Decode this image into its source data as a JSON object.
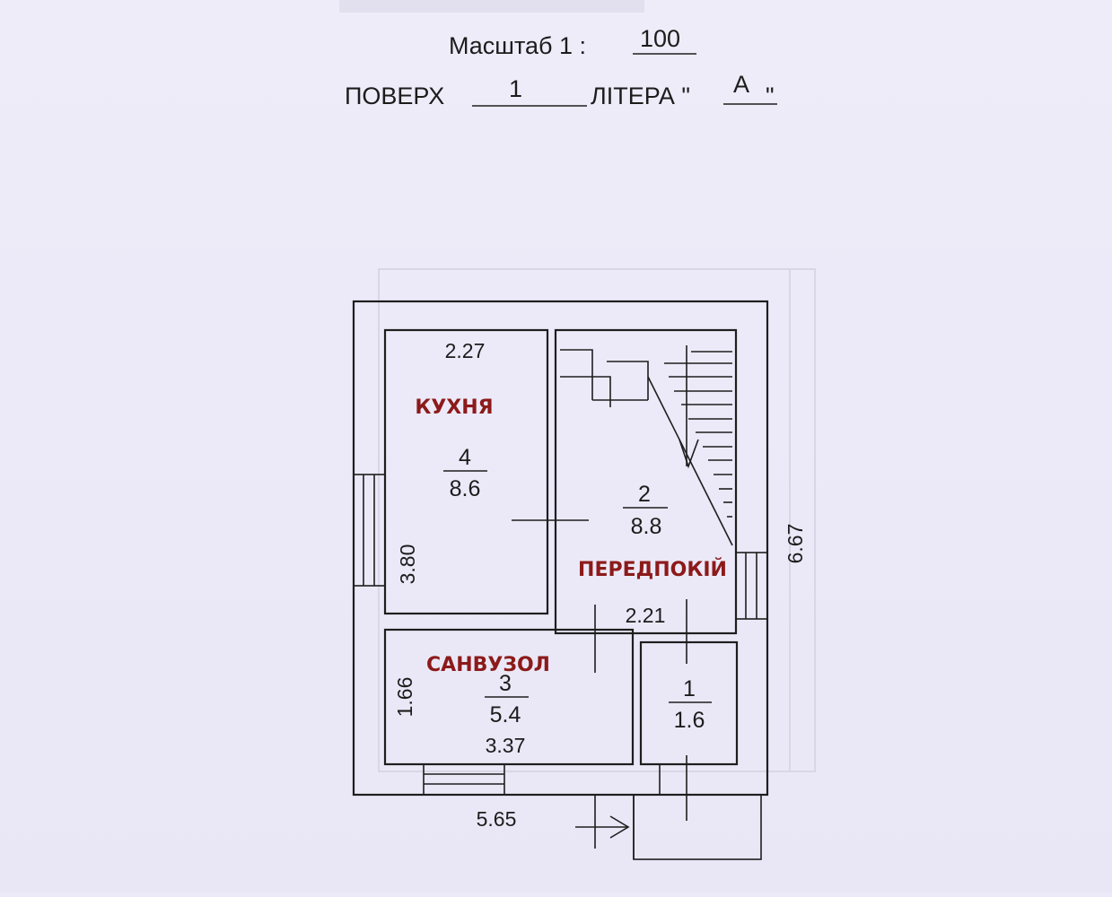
{
  "header": {
    "scale_label": "Масштаб  1 :",
    "scale_value": "100",
    "floor_label": "ПОВЕРХ",
    "floor_value": "1",
    "letter_label": "ЛІТЕРА \"",
    "letter_value": "А",
    "letter_close": "\""
  },
  "rooms": {
    "kitchen": {
      "name": "КУХНЯ",
      "number": "4",
      "area": "8.6"
    },
    "hallway": {
      "name": "ПЕРЕДПОКІЙ",
      "number": "2",
      "area": "8.8"
    },
    "bathroom": {
      "name": "САНВУЗОЛ",
      "number": "3",
      "area": "5.4"
    },
    "vestibule": {
      "number": "1",
      "area": "1.6"
    }
  },
  "dimensions": {
    "kitchen_width": "2.27",
    "kitchen_depth": "3.80",
    "hallway_width": "2.21",
    "bathroom_depth": "1.66",
    "bathroom_width": "3.37",
    "total_width": "5.65",
    "total_depth": "6.67"
  }
}
